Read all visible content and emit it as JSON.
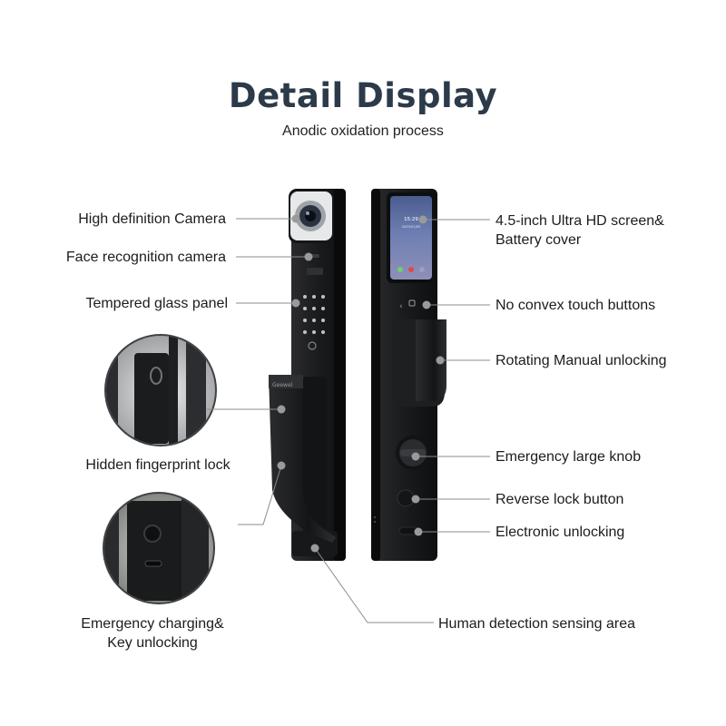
{
  "header": {
    "title": "Detail Display",
    "subtitle": "Anodic oxidation process"
  },
  "device": {
    "brand_mark": "Geewel",
    "screen_time": "15:29",
    "screen_date": "2025/01/05"
  },
  "labels": {
    "hd_camera": "High definition Camera",
    "face_camera": "Face recognition camera",
    "glass_panel": "Tempered glass panel",
    "fingerprint": "Hidden fingerprint lock",
    "charging_line1": "Emergency charging&",
    "charging_line2": "Key unlocking",
    "screen_line1": "4.5-inch Ultra HD screen&",
    "screen_line2": "Battery cover",
    "touch_buttons": "No convex touch buttons",
    "manual_unlock": "Rotating Manual unlocking",
    "knob": "Emergency large knob",
    "reverse_lock": "Reverse lock button",
    "electronic_unlock": "Electronic unlocking",
    "human_detection": "Human detection sensing area"
  },
  "colors": {
    "title": "#2c3a4a",
    "device_body": "#1b1c1e",
    "leader_line": "#8c8c8c",
    "dot": "#9a9a9a"
  }
}
